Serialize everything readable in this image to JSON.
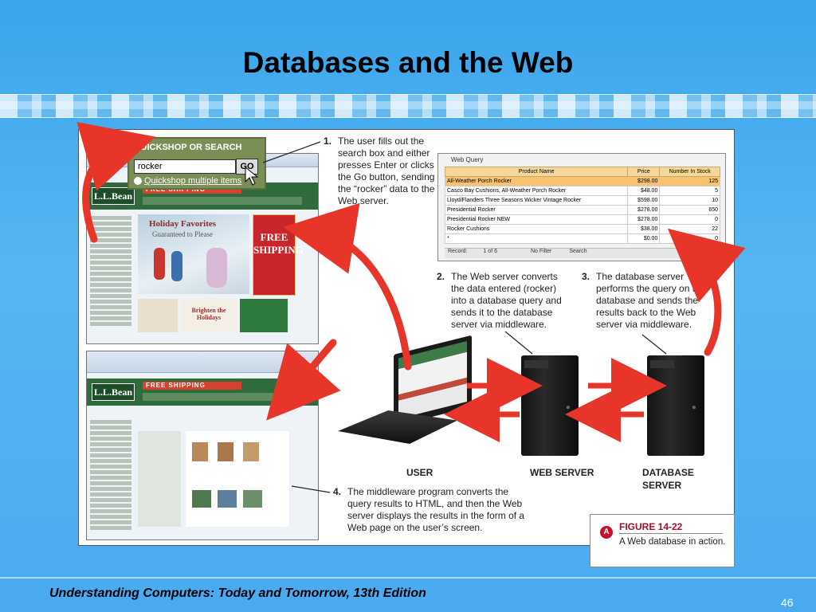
{
  "slide": {
    "title": "Databases and the Web",
    "footer": "Understanding Computers: Today and Tomorrow, 13th Edition",
    "page_number": "46"
  },
  "quickshop": {
    "title": "QUICKSHOP OR SEARCH",
    "input_value": "rocker",
    "go_label": "GO",
    "link_label": "Quickshop multiple items"
  },
  "website": {
    "logo": "L.L.Bean",
    "banner_top": "Holiday Favorites",
    "banner_sub": "Guaranteed to Please",
    "promo": "FREE SHIPPING",
    "free_shipping_strip": "FREE SHIPPING",
    "brighten": "Brighten the Holidays"
  },
  "steps": {
    "s1_num": "1.",
    "s1_text": "The user fills out the search box and either presses Enter or clicks the Go button, sending the “rocker” data to the Web server.",
    "s2_num": "2.",
    "s2_text": "The Web server converts the data entered (rocker) into a database query and sends it to the database server via middleware.",
    "s3_num": "3.",
    "s3_text": "The database server performs the query on the database and sends the results back to the Web server via middleware.",
    "s4_num": "4.",
    "s4_text": "The middleware program converts the query results to HTML, and then the Web server displays the results in the form of a Web page on the user’s screen."
  },
  "web_query": {
    "title": "Web Query",
    "columns": [
      "Product Name",
      "Price",
      "Number In Stock"
    ],
    "rows": [
      [
        "All-Weather Porch Rocker",
        "$298.00",
        "125"
      ],
      [
        "Casco Bay Cushions, All-Weather Porch Rocker",
        "$48.00",
        "5"
      ],
      [
        "Lloyd/Flanders Three Seasons Wicker Vintage Rocker",
        "$598.00",
        "10"
      ],
      [
        "Presidential Rocker",
        "$278.00",
        "650"
      ],
      [
        "Presidential Rocker NEW",
        "$278.00",
        "0"
      ],
      [
        "Rocker Cushions",
        "$38.00",
        "22"
      ],
      [
        "*",
        "$0.00",
        "0"
      ]
    ],
    "record_label": "Record:",
    "record_pos": "1 of 6",
    "filter_label": "No Filter",
    "search_label": "Search"
  },
  "labels": {
    "user": "USER",
    "web_server": "WEB SERVER",
    "db_server_line1": "DATABASE",
    "db_server_line2": "SERVER"
  },
  "caption": {
    "icon": "A",
    "figure": "FIGURE 14-22",
    "text": "A Web database in action."
  },
  "colors": {
    "arrow_red": "#e8352a",
    "accent_maroon": "#a0102a",
    "llbean_green": "#2f6b3d"
  }
}
